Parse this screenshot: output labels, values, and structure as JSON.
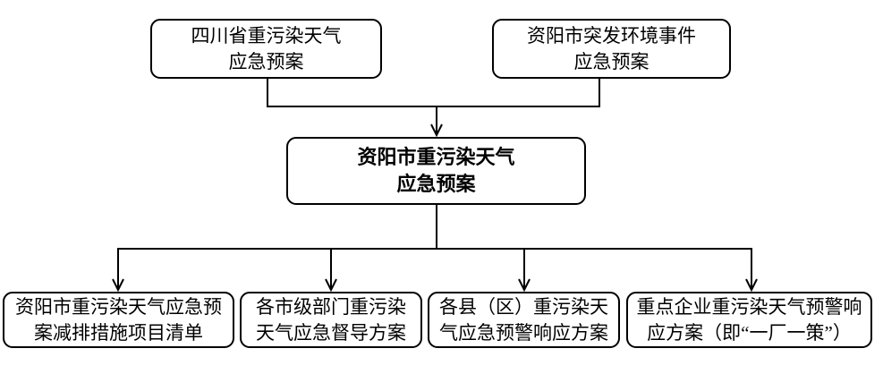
{
  "flowchart": {
    "colors": {
      "line": "#000000",
      "background": "#ffffff",
      "text": "#000000"
    },
    "nodes": {
      "top_left": {
        "line1": "四川省重污染天气",
        "line2": "应急预案"
      },
      "top_right": {
        "line1": "资阳市突发环境事件",
        "line2": "应急预案"
      },
      "center": {
        "line1": "资阳市重污染天气",
        "line2": "应急预案"
      },
      "bottom1": {
        "line1": "资阳市重污染天气应急预",
        "line2": "案减排措施项目清单"
      },
      "bottom2": {
        "line1": "各市级部门重污染",
        "line2": "天气应急督导方案"
      },
      "bottom3": {
        "line1": "各县（区）重污染天",
        "line2": "气应急预警响应方案"
      },
      "bottom4": {
        "line1": "重点企业重污染天气预警响",
        "line2": "应方案（即“一厂一策”）"
      }
    }
  }
}
